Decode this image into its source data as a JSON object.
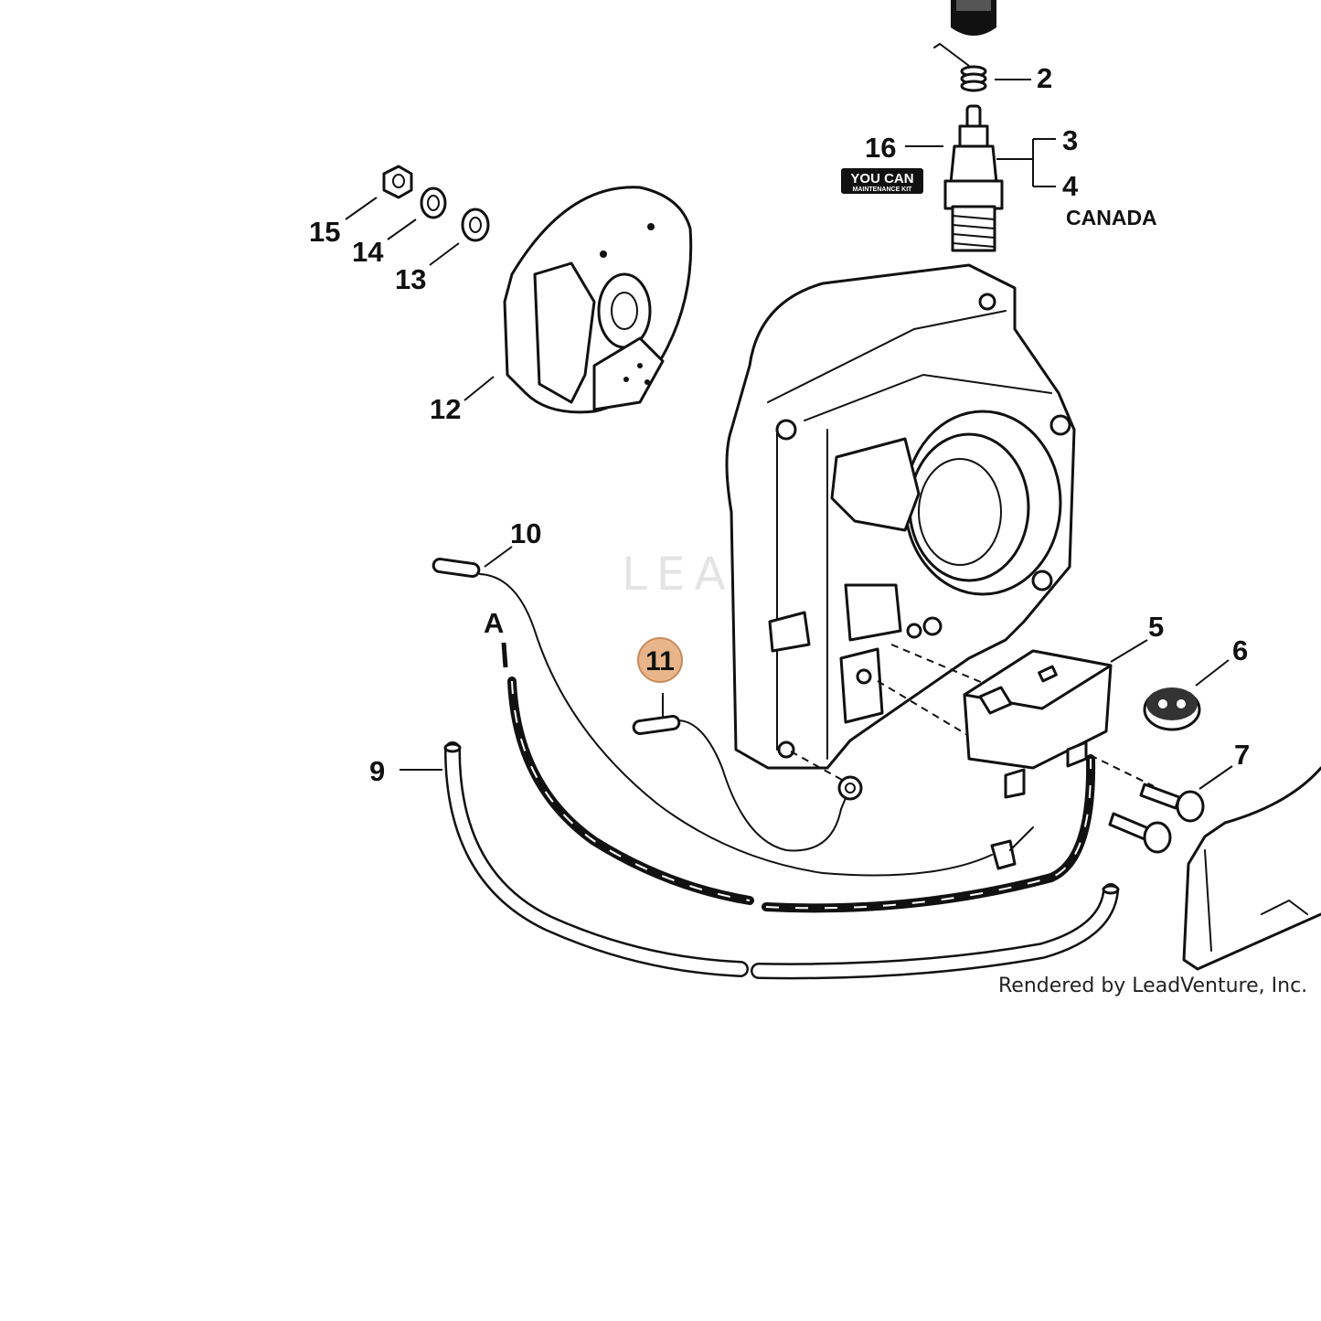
{
  "diagram": {
    "callouts": {
      "c2": "2",
      "c3": "3",
      "c4": "4",
      "c5": "5",
      "c6": "6",
      "c7": "7",
      "c9": "9",
      "c10": "10",
      "c11": "11",
      "c12": "12",
      "c13": "13",
      "c14": "14",
      "c15": "15",
      "c16": "16"
    },
    "wire_marker": "A",
    "region_note": "CANADA",
    "badge": {
      "line1": "YOU CAN",
      "line2": "MAINTENANCE KIT"
    },
    "watermark": "LEADVENTURE",
    "credit": "Rendered by LeadVenture, Inc.",
    "highlight_color": "#e8b48a",
    "highlight_border": "#c98a5a"
  }
}
